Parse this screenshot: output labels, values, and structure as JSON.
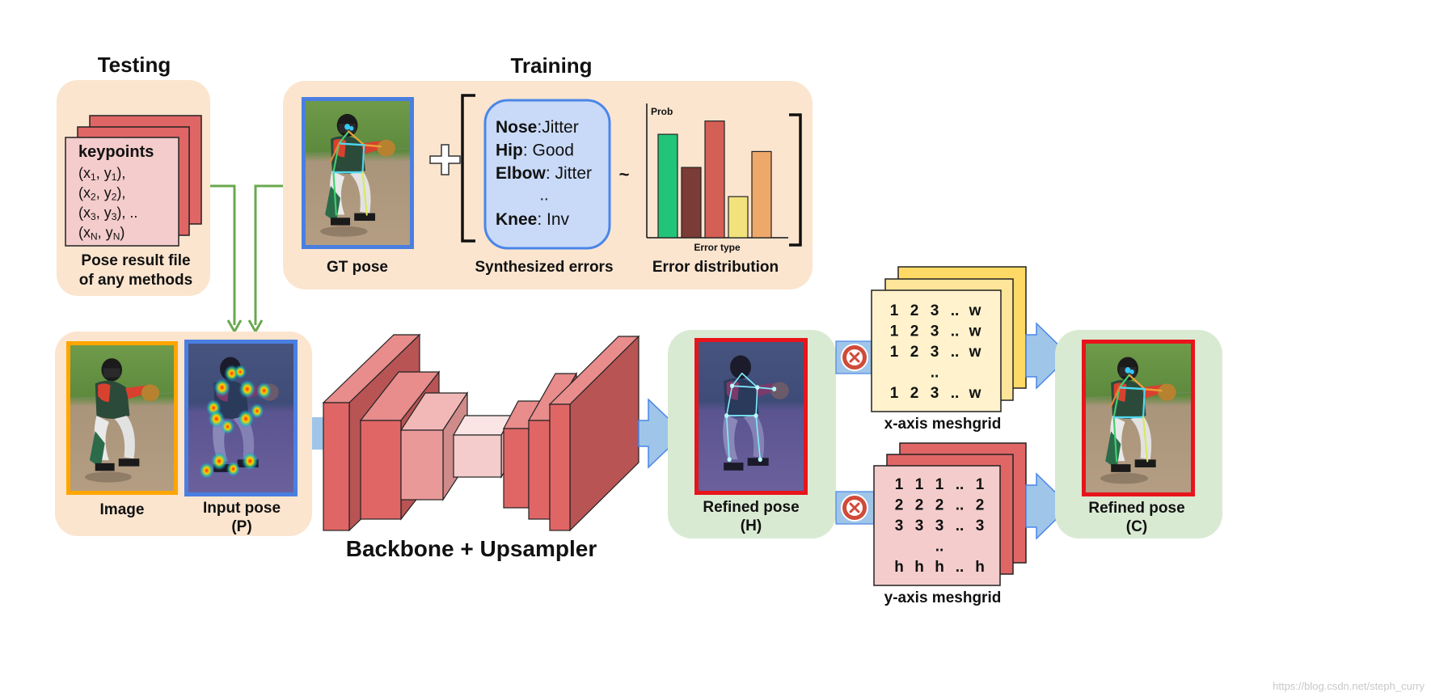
{
  "testing": {
    "title": "Testing",
    "card_title": "keypoints",
    "coords": [
      {
        "x": "1",
        "y": "1",
        "tail": "),"
      },
      {
        "x": "2",
        "y": "2",
        "tail": "),"
      },
      {
        "x": "3",
        "y": "3",
        "tail": "), .."
      },
      {
        "x": "N",
        "y": "N",
        "tail": ")"
      }
    ],
    "caption_line1": "Pose result file",
    "caption_line2": "of any methods"
  },
  "training": {
    "title": "Training",
    "gt_label": "GT pose",
    "errors": [
      {
        "part": "Nose",
        "sep": ":",
        "value": "Jitter"
      },
      {
        "part": "Hip",
        "sep": ": ",
        "value": "Good"
      },
      {
        "part": "Elbow",
        "sep": ": ",
        "value": "Jitter"
      },
      {
        "part": "",
        "sep": "",
        "value": ".."
      },
      {
        "part": "Knee",
        "sep": ": ",
        "value": "Inv"
      }
    ],
    "errors_label": "Synthesized errors",
    "tilde": "~",
    "dist_label": "Error distribution"
  },
  "chart_data": {
    "type": "bar",
    "title": "",
    "ylabel": "Prob",
    "xlabel": "Error type",
    "ylim": [
      0,
      1
    ],
    "grid": false,
    "values": [
      0.78,
      0.53,
      0.88,
      0.31,
      0.65
    ],
    "colors": [
      "#22c47a",
      "#7b3b36",
      "#d45f55",
      "#f2e27e",
      "#eea86a"
    ]
  },
  "input": {
    "image_label": "Image",
    "pose_label": "Input pose",
    "pose_sub": "(P)"
  },
  "backbone": {
    "label": "Backbone + Upsampler"
  },
  "refined_h": {
    "label": "Refined pose",
    "sub": "(H)"
  },
  "refined_c": {
    "label": "Refined pose",
    "sub": "(C)"
  },
  "x_mesh": {
    "rows": [
      [
        "1",
        "2",
        "3",
        "..",
        "w"
      ],
      [
        "1",
        "2",
        "3",
        "..",
        "w"
      ],
      [
        "1",
        "2",
        "3",
        "..",
        "w"
      ],
      [
        "",
        "",
        "..",
        "",
        ""
      ],
      [
        "1",
        "2",
        "3",
        "..",
        "w"
      ]
    ],
    "label": "x-axis meshgrid"
  },
  "y_mesh": {
    "rows": [
      [
        "1",
        "1",
        "1",
        "..",
        "1"
      ],
      [
        "2",
        "2",
        "2",
        "..",
        "2"
      ],
      [
        "3",
        "3",
        "3",
        "..",
        "3"
      ],
      [
        "",
        "",
        "..",
        "",
        ""
      ],
      [
        "h",
        "h",
        "h",
        "..",
        "h"
      ]
    ],
    "label": "y-axis meshgrid"
  },
  "watermark": "https://blog.csdn.net/steph_curry",
  "colors": {
    "panel_orange": "#fbe5cf",
    "panel_green": "#d9ead3",
    "frame_blue": "#4a7fe0",
    "frame_orange": "#ffa500",
    "frame_red": "#e8141b",
    "arrow_blue": "#9fc5e8",
    "arrow_green": "#6aa84f",
    "block_red": "#e06666"
  }
}
